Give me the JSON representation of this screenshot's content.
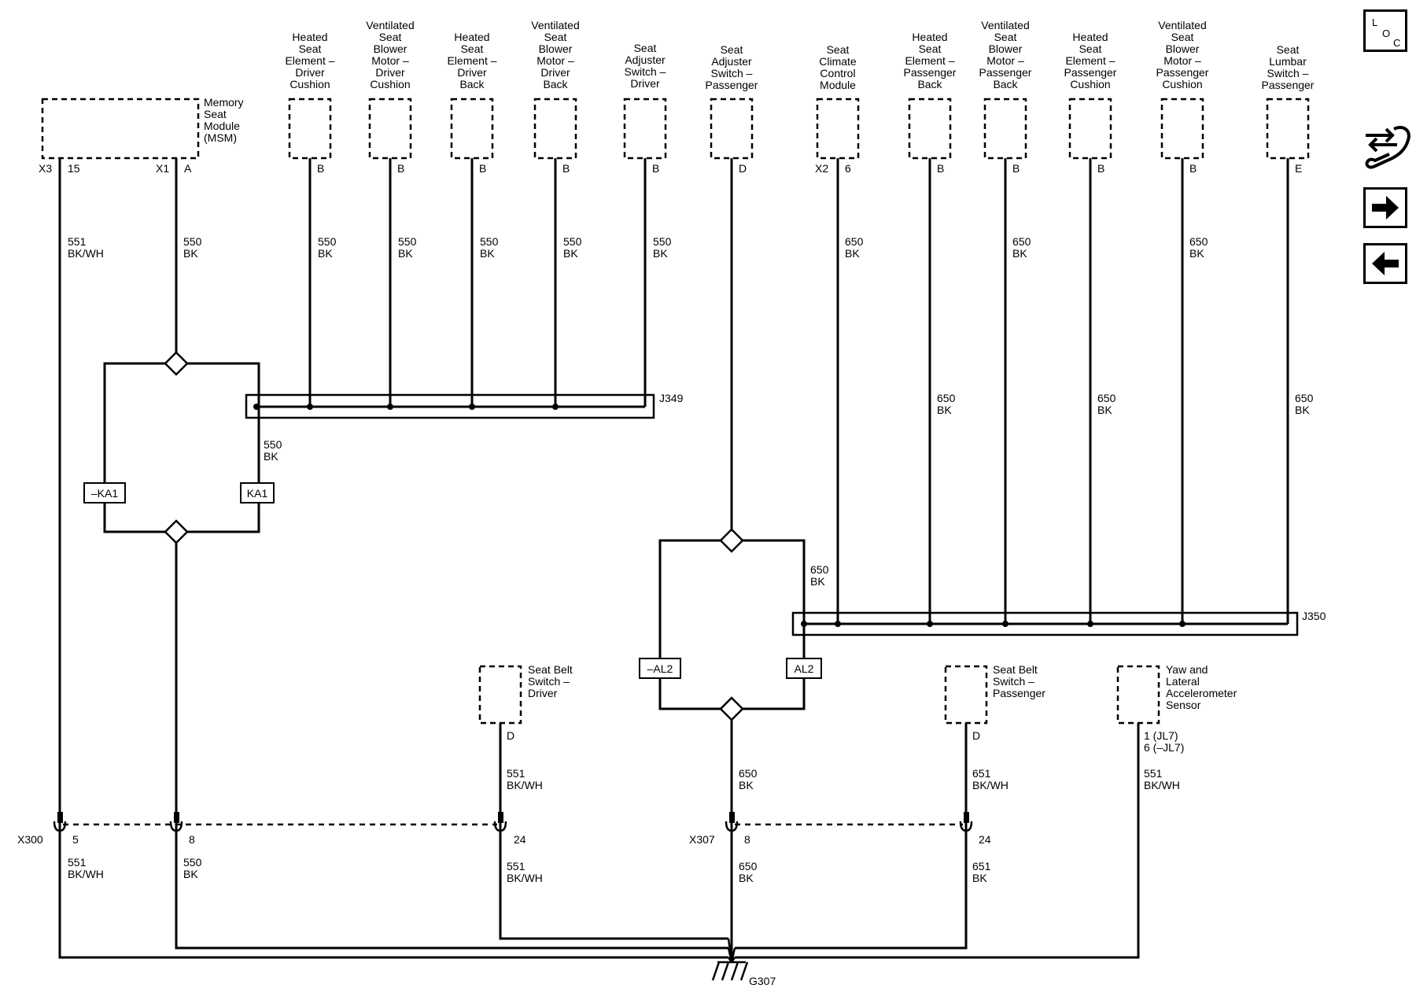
{
  "side_buttons": {
    "loc": [
      "L",
      "O",
      "C"
    ],
    "tool_icon": "wrench-arrows-icon",
    "next_icon": "arrow-right-icon",
    "prev_icon": "arrow-left-icon"
  },
  "components": {
    "msm": [
      "Memory",
      "Seat",
      "Module",
      "(MSM)"
    ],
    "hs_drv_cush": [
      "Heated",
      "Seat",
      "Element –",
      "Driver",
      "Cushion"
    ],
    "vs_drv_cush": [
      "Ventilated",
      "Seat",
      "Blower",
      "Motor –",
      "Driver",
      "Cushion"
    ],
    "hs_drv_back": [
      "Heated",
      "Seat",
      "Element –",
      "Driver",
      "Back"
    ],
    "vs_drv_back": [
      "Ventilated",
      "Seat",
      "Blower",
      "Motor –",
      "Driver",
      "Back"
    ],
    "adj_drv": [
      "Seat",
      "Adjuster",
      "Switch –",
      "Driver"
    ],
    "adj_pass": [
      "Seat",
      "Adjuster",
      "Switch –",
      "Passenger"
    ],
    "climate": [
      "Seat",
      "Climate",
      "Control",
      "Module"
    ],
    "hs_pass_back": [
      "Heated",
      "Seat",
      "Element –",
      "Passenger",
      "Back"
    ],
    "vs_pass_back": [
      "Ventilated",
      "Seat",
      "Blower",
      "Motor –",
      "Passenger",
      "Back"
    ],
    "hs_pass_cush": [
      "Heated",
      "Seat",
      "Element –",
      "Passenger",
      "Cushion"
    ],
    "vs_pass_cush": [
      "Ventilated",
      "Seat",
      "Blower",
      "Motor –",
      "Passenger",
      "Cushion"
    ],
    "lumbar_pass": [
      "Seat",
      "Lumbar",
      "Switch –",
      "Passenger"
    ],
    "belt_drv": [
      "Seat Belt",
      "Switch –",
      "Driver"
    ],
    "belt_pass": [
      "Seat Belt",
      "Switch –",
      "Passenger"
    ],
    "yaw": [
      "Yaw and",
      "Lateral",
      "Accelerometer",
      "Sensor"
    ]
  },
  "pins": {
    "msm_conn_1": "X3",
    "msm_pin_1": "15",
    "msm_conn_2": "X1",
    "msm_pin_2": "A",
    "hs_drv_cush": "B",
    "vs_drv_cush": "B",
    "hs_drv_back": "B",
    "vs_drv_back": "B",
    "adj_drv": "B",
    "adj_pass": "D",
    "climate_conn": "X2",
    "climate_pin": "6",
    "hs_pass_back": "B",
    "vs_pass_back": "B",
    "hs_pass_cush": "B",
    "vs_pass_cush": "B",
    "lumbar_pass": "E",
    "belt_drv": "D",
    "belt_pass": "D",
    "yaw": [
      "1 (JL7)",
      "6 (–JL7)"
    ]
  },
  "wires": {
    "w551": [
      "551",
      "BK/WH"
    ],
    "w550": [
      "550",
      "BK"
    ],
    "w650": [
      "650",
      "BK"
    ],
    "w651": [
      "651",
      "BK/WH"
    ],
    "w651bk": [
      "651",
      "BK"
    ]
  },
  "splices": {
    "j349": "J349",
    "j350": "J350"
  },
  "options": {
    "ka1_neg": "–KA1",
    "ka1": "KA1",
    "al2_neg": "–AL2",
    "al2": "AL2"
  },
  "connectors": {
    "x300": "X300",
    "x300_p5": "5",
    "x300_p8": "8",
    "x300_p24": "24",
    "x307": "X307",
    "x307_p8": "8",
    "x307_p24": "24"
  },
  "ground": "G307"
}
